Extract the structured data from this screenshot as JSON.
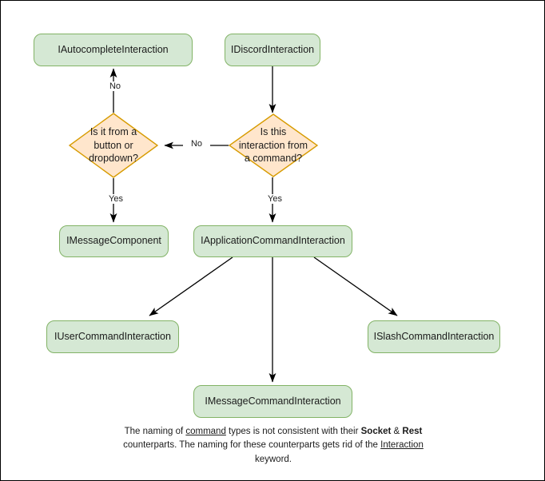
{
  "diagram": {
    "title": "Discord Interaction Type Hierarchy Flowchart",
    "colors": {
      "box_fill": "#d5e8d4",
      "box_stroke": "#82b366",
      "diamond_fill": "#ffe6cc",
      "diamond_stroke": "#d79b00",
      "edge_stroke": "#000000",
      "text": "#1b1b1b",
      "canvas_border": "#000000",
      "background": "#ffffff"
    },
    "nodes": [
      {
        "id": "autocomplete",
        "label": "IAutocompleteInteraction",
        "shape": "box"
      },
      {
        "id": "discord",
        "label": "IDiscordInteraction",
        "shape": "box"
      },
      {
        "id": "decision_button",
        "label": "Is it from a button or dropdown?",
        "shape": "diamond"
      },
      {
        "id": "decision_command",
        "label": "Is this interaction from a command?",
        "shape": "diamond"
      },
      {
        "id": "messagecomponent",
        "label": "IMessageComponent",
        "shape": "box"
      },
      {
        "id": "appcommand",
        "label": "IApplicationCommandInteraction",
        "shape": "box"
      },
      {
        "id": "usercommand",
        "label": "IUserCommandInteraction",
        "shape": "box"
      },
      {
        "id": "slashcommand",
        "label": "ISlashCommandInteraction",
        "shape": "box"
      },
      {
        "id": "messagecommand",
        "label": "IMessageCommandInteraction",
        "shape": "box"
      }
    ],
    "edges": [
      {
        "from": "discord",
        "to": "decision_command",
        "label": ""
      },
      {
        "from": "decision_command",
        "to": "decision_button",
        "label": "No"
      },
      {
        "from": "decision_button",
        "to": "autocomplete",
        "label": "No"
      },
      {
        "from": "decision_button",
        "to": "messagecomponent",
        "label": "Yes"
      },
      {
        "from": "decision_command",
        "to": "appcommand",
        "label": "Yes"
      },
      {
        "from": "appcommand",
        "to": "usercommand",
        "label": ""
      },
      {
        "from": "appcommand",
        "to": "messagecommand",
        "label": ""
      },
      {
        "from": "appcommand",
        "to": "slashcommand",
        "label": ""
      }
    ],
    "edge_labels": {
      "no_to_button_decision": "No",
      "no_to_autocomplete": "No",
      "yes_to_messagecomponent": "Yes",
      "yes_to_appcommand": "Yes"
    },
    "caption": {
      "line1_part1": "The naming of ",
      "line1_underline": "command",
      "line1_part2": " types is not consistent with their",
      "line2_bold1": "Socket",
      "line2_amp": " & ",
      "line2_bold2": "Rest",
      "line2_rest": " counterparts. The naming for these",
      "line3_part1": "counterparts gets rid of the ",
      "line3_underline": "Interaction",
      "line3_part2": " keyword."
    }
  }
}
